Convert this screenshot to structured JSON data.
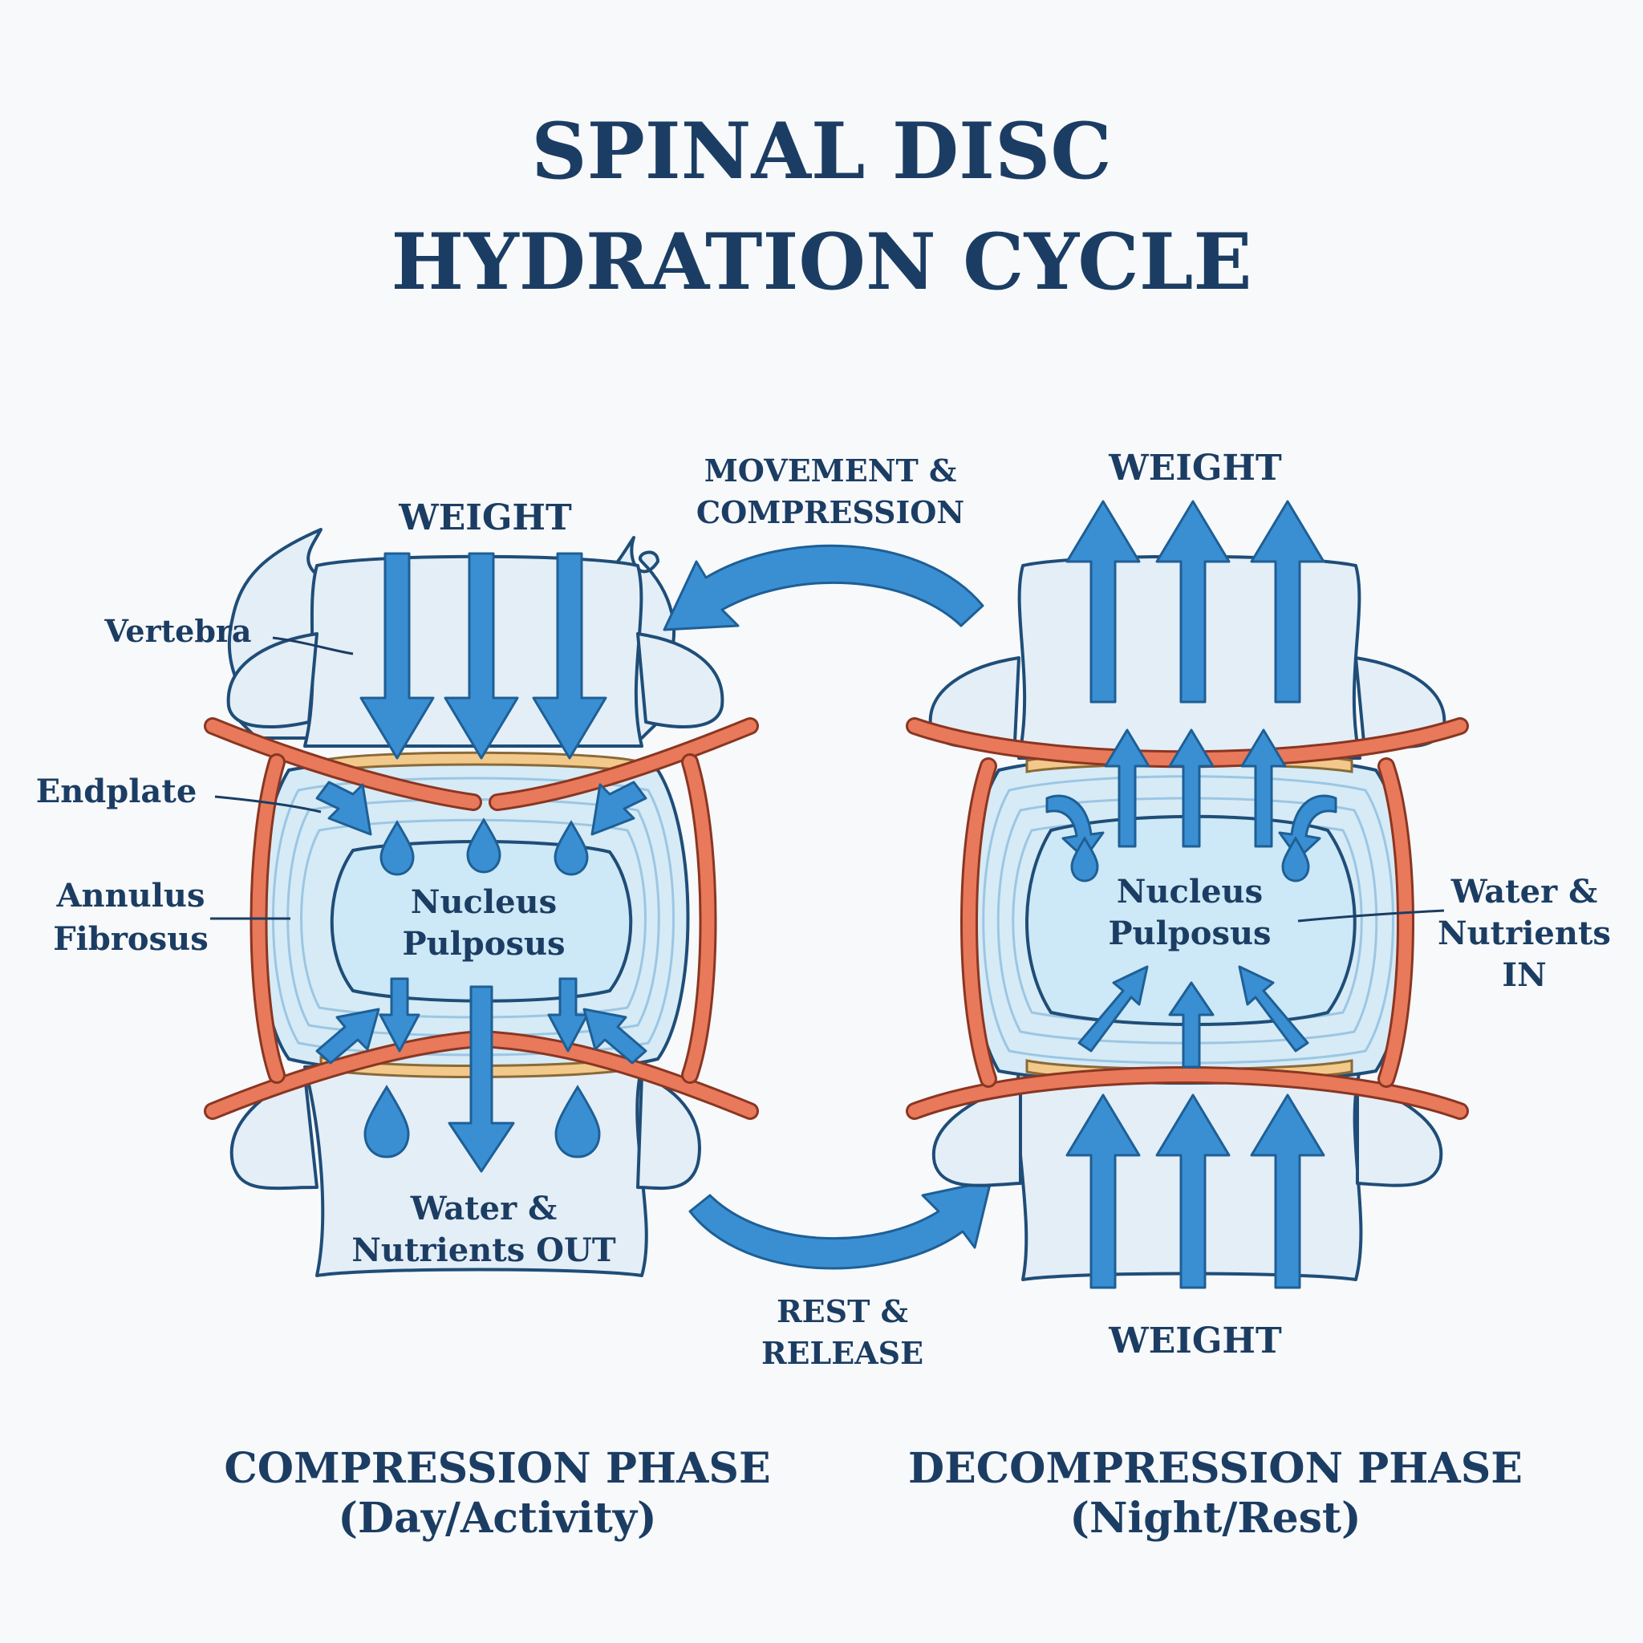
{
  "title": {
    "line1": "SPINAL DISC",
    "line2": "HYDRATION CYCLE"
  },
  "left": {
    "weight": "WEIGHT",
    "vertebra": "Vertebra",
    "endplate": "Endplate",
    "annulus_1": "Annulus",
    "annulus_2": "Fibrosus",
    "nucleus_1": "Nucleus",
    "nucleus_2": "Pulposus",
    "out_1": "Water &",
    "out_2": "Nutrients OUT",
    "phase": "COMPRESSION PHASE",
    "phase_sub": "(Day/Activity)"
  },
  "right": {
    "weight_top": "WEIGHT",
    "weight_bottom": "WEIGHT",
    "nucleus_1": "Nucleus",
    "nucleus_2": "Pulposus",
    "in_1": "Water &",
    "in_2": "Nutrients",
    "in_3": "IN",
    "phase": "DECOMPRESSION PHASE",
    "phase_sub": "(Night/Rest)"
  },
  "cycle": {
    "top_1": "MOVEMENT &",
    "top_2": "COMPRESSION",
    "bottom_1": "REST &",
    "bottom_2": "RELEASE"
  },
  "colors": {
    "arrow": "#3a8fd3",
    "text": "#1c3d63",
    "vessel": "#e8795a",
    "endplate": "#f2c98a",
    "tissue": "#e4eef7"
  }
}
